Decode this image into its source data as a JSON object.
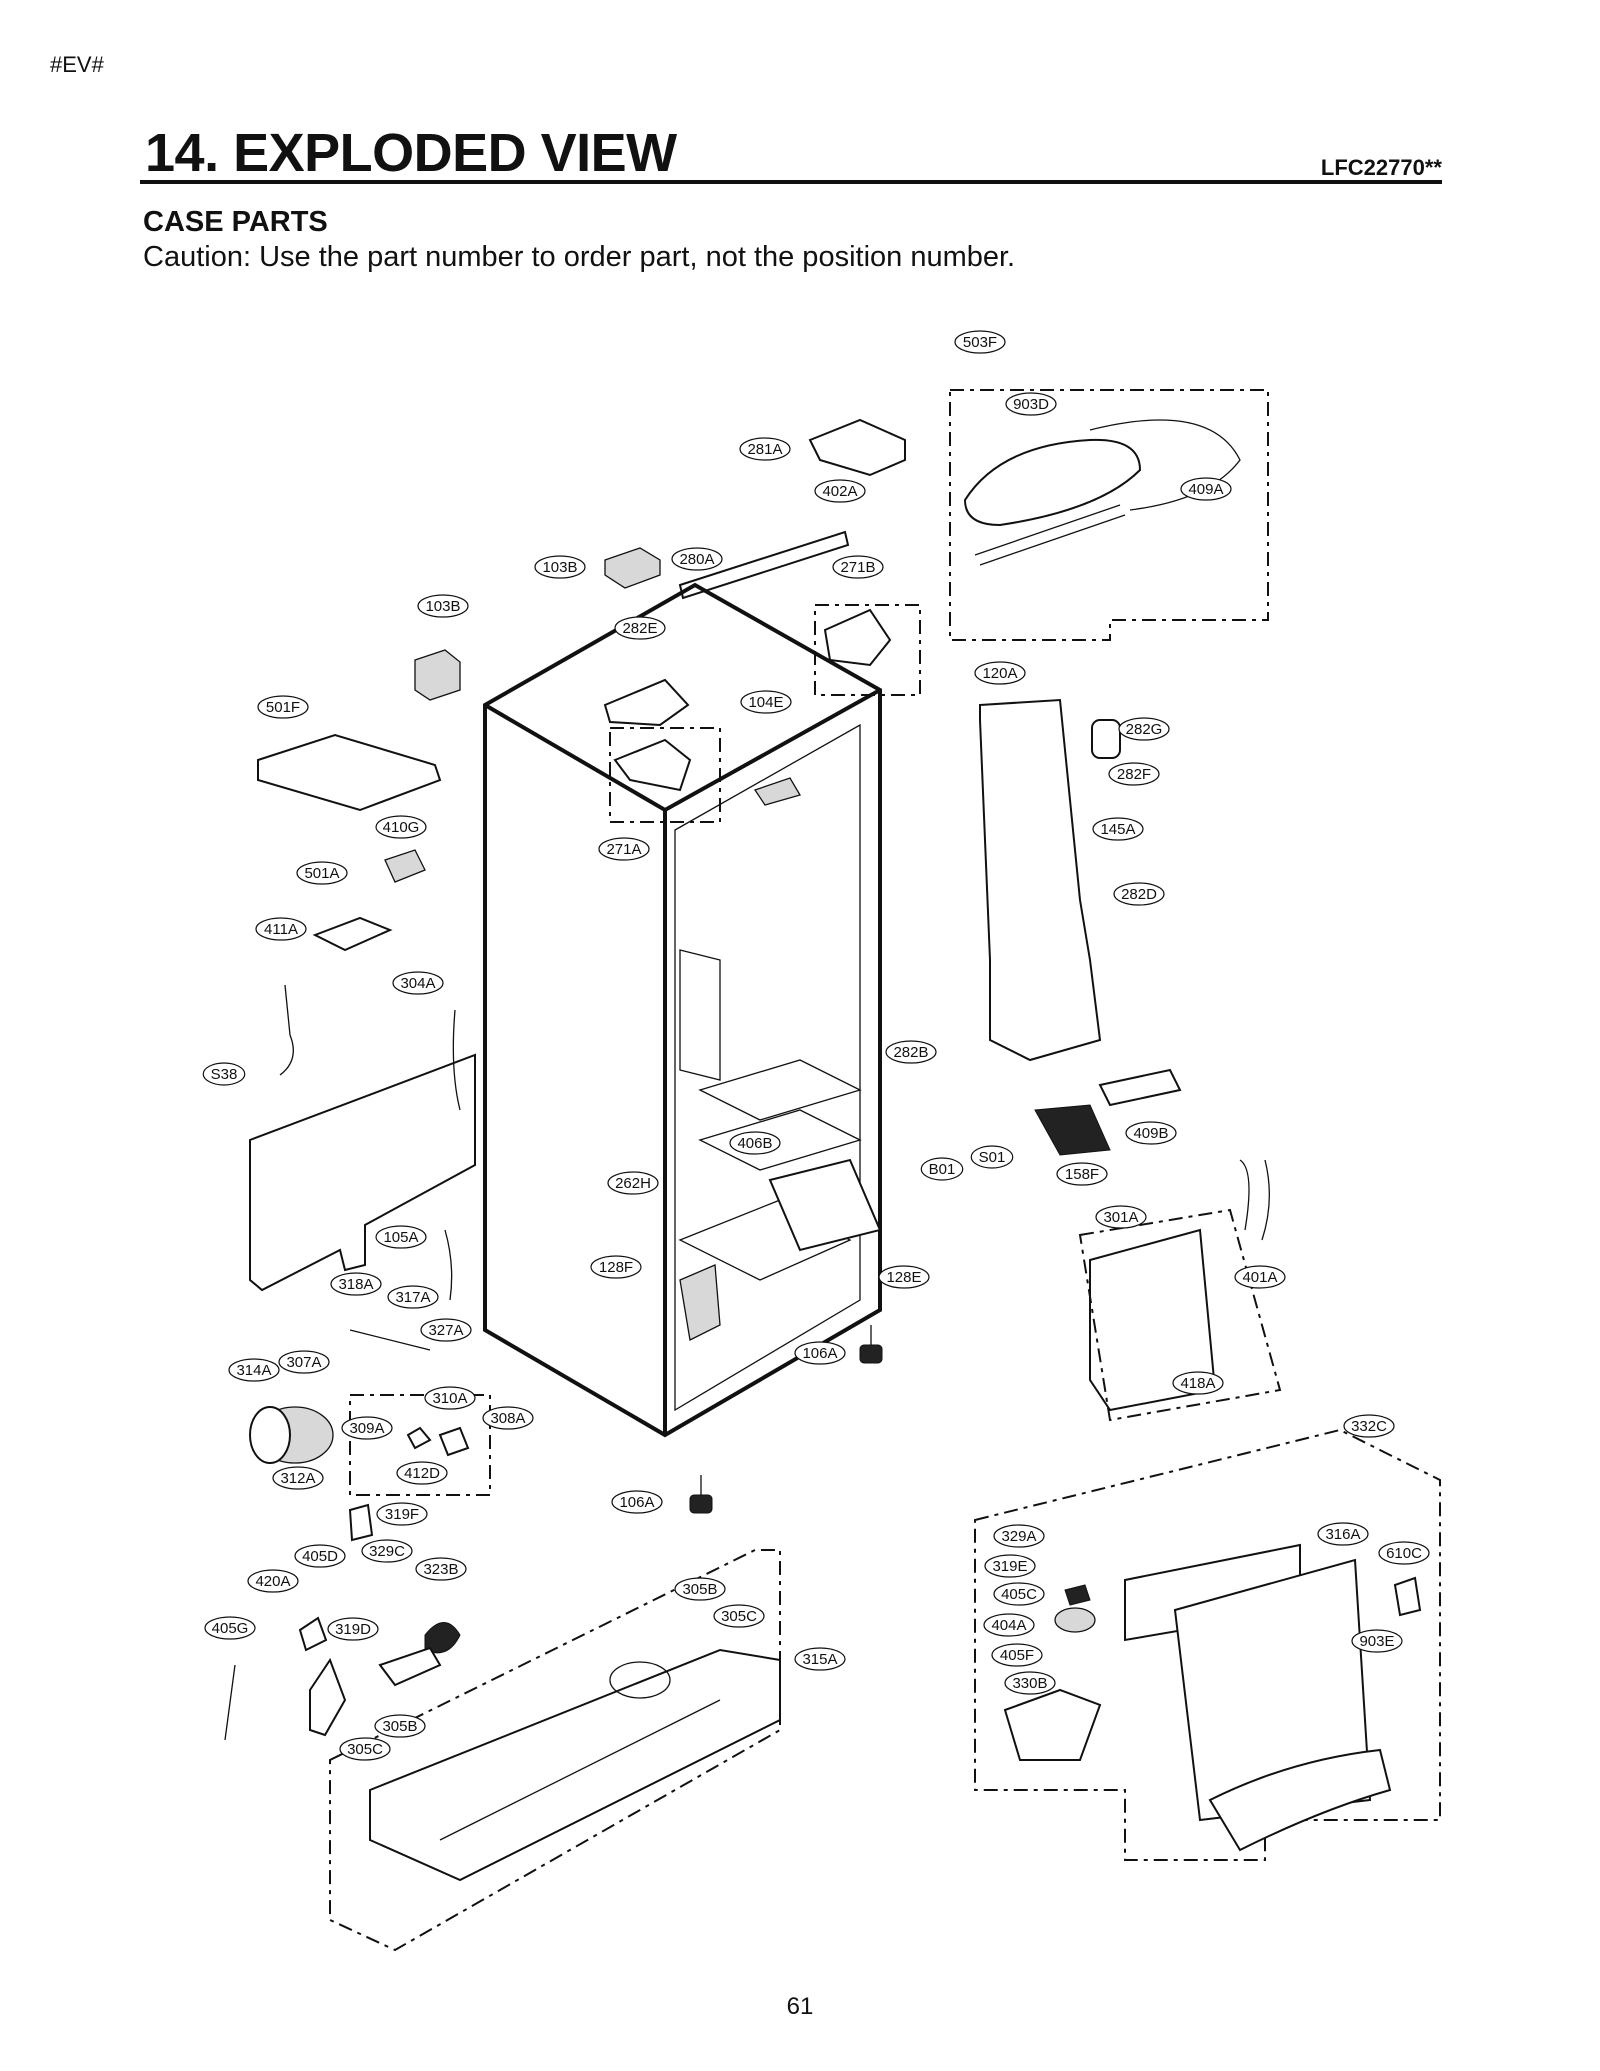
{
  "header": {
    "tag": "#EV#",
    "title": "14. EXPLODED VIEW",
    "model": "LFC22770**",
    "subtitle": "CASE PARTS",
    "caution": "Caution: Use the part number to order part, not the position number."
  },
  "page_number": "61",
  "callouts": [
    "503F",
    "903D",
    "409A",
    "281A",
    "402A",
    "103B",
    "280A",
    "271B",
    "103B",
    "282E",
    "120A",
    "282G",
    "501F",
    "104E",
    "282F",
    "271A",
    "145A",
    "410G",
    "501A",
    "282D",
    "411A",
    "304A",
    "S38",
    "282B",
    "409B",
    "406B",
    "S01",
    "B01",
    "158F",
    "262H",
    "105A",
    "301A",
    "401A",
    "318A",
    "317A",
    "128F",
    "128E",
    "327A",
    "106A",
    "314A",
    "307A",
    "310A",
    "308A",
    "309A",
    "412D",
    "312A",
    "418A",
    "332C",
    "106A",
    "319F",
    "329A",
    "316A",
    "610C",
    "405D",
    "329C",
    "319E",
    "420A",
    "323B",
    "305B",
    "405C",
    "405G",
    "319D",
    "305C",
    "404A",
    "903E",
    "315A",
    "405F",
    "330B",
    "305B",
    "305C"
  ]
}
